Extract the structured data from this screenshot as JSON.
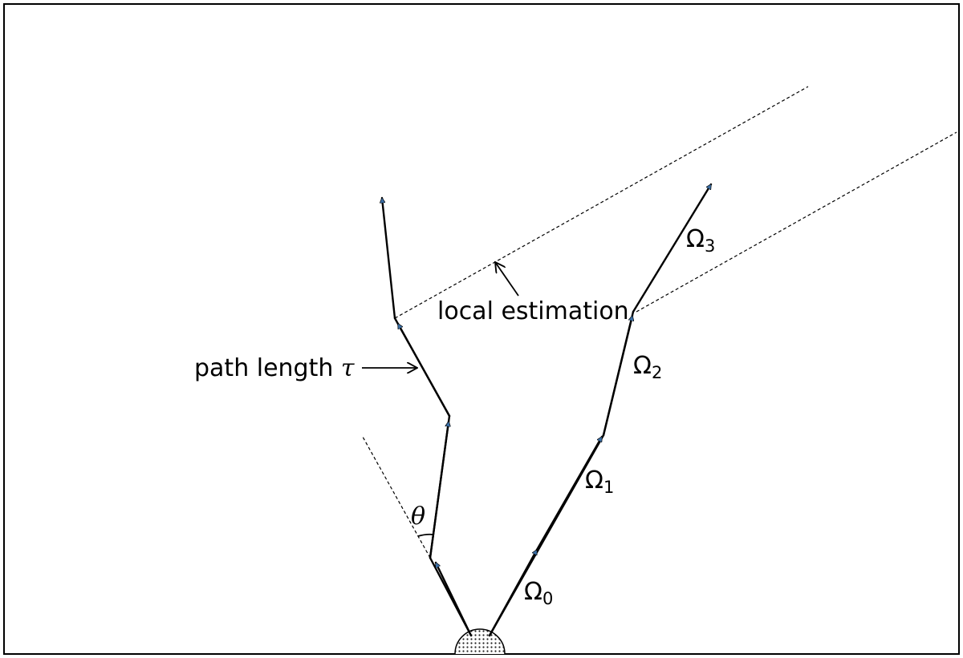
{
  "labels": {
    "local_estimation": "local estimation",
    "path_length_text": "path length ",
    "path_length_symbol": "τ",
    "theta": "θ",
    "omega0": {
      "symbol": "Ω",
      "sub": "0"
    },
    "omega1": {
      "symbol": "Ω",
      "sub": "1"
    },
    "omega2": {
      "symbol": "Ω",
      "sub": "2"
    },
    "omega3": {
      "symbol": "Ω",
      "sub": "3"
    }
  },
  "colors": {
    "stroke": "#000000",
    "arrowhead": "#3a6ea5",
    "background": "#ffffff"
  }
}
